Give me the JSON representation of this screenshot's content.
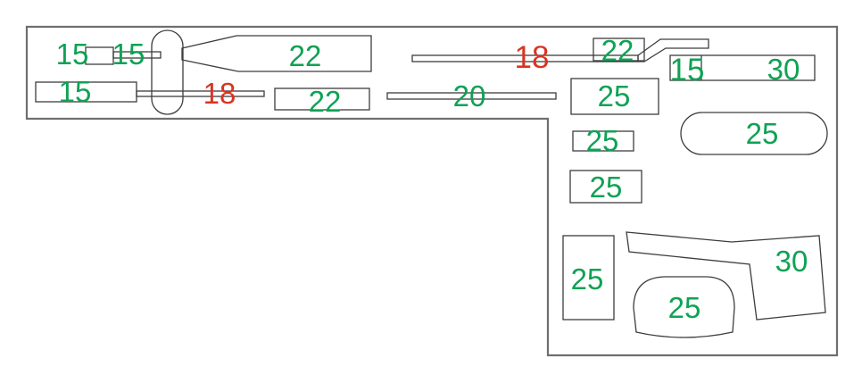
{
  "colors": {
    "label-green": "#0fa254",
    "label-red": "#da3420",
    "line": "#3d3d3d",
    "boundary": "#6f6f6f",
    "background": "#ffffff"
  },
  "labels": [
    {
      "id": "area-15-a",
      "value": "15",
      "color": "green"
    },
    {
      "id": "area-15-b",
      "value": "15",
      "color": "green"
    },
    {
      "id": "area-15-c",
      "value": "15",
      "color": "green"
    },
    {
      "id": "duct-18-a",
      "value": "18",
      "color": "red"
    },
    {
      "id": "area-22-a",
      "value": "22",
      "color": "green"
    },
    {
      "id": "area-22-b",
      "value": "22",
      "color": "green"
    },
    {
      "id": "duct-18-b",
      "value": "18",
      "color": "red"
    },
    {
      "id": "duct-20",
      "value": "20",
      "color": "green"
    },
    {
      "id": "area-22-c",
      "value": "22",
      "color": "green"
    },
    {
      "id": "area-15-d",
      "value": "15",
      "color": "green"
    },
    {
      "id": "area-30-a",
      "value": "30",
      "color": "green"
    },
    {
      "id": "area-25-a",
      "value": "25",
      "color": "green"
    },
    {
      "id": "area-25-b",
      "value": "25",
      "color": "green"
    },
    {
      "id": "area-25-c",
      "value": "25",
      "color": "green"
    },
    {
      "id": "area-25-d",
      "value": "25",
      "color": "green"
    },
    {
      "id": "area-25-e",
      "value": "25",
      "color": "green"
    },
    {
      "id": "area-25-f",
      "value": "25",
      "color": "green"
    },
    {
      "id": "area-30-b",
      "value": "30",
      "color": "green"
    }
  ]
}
